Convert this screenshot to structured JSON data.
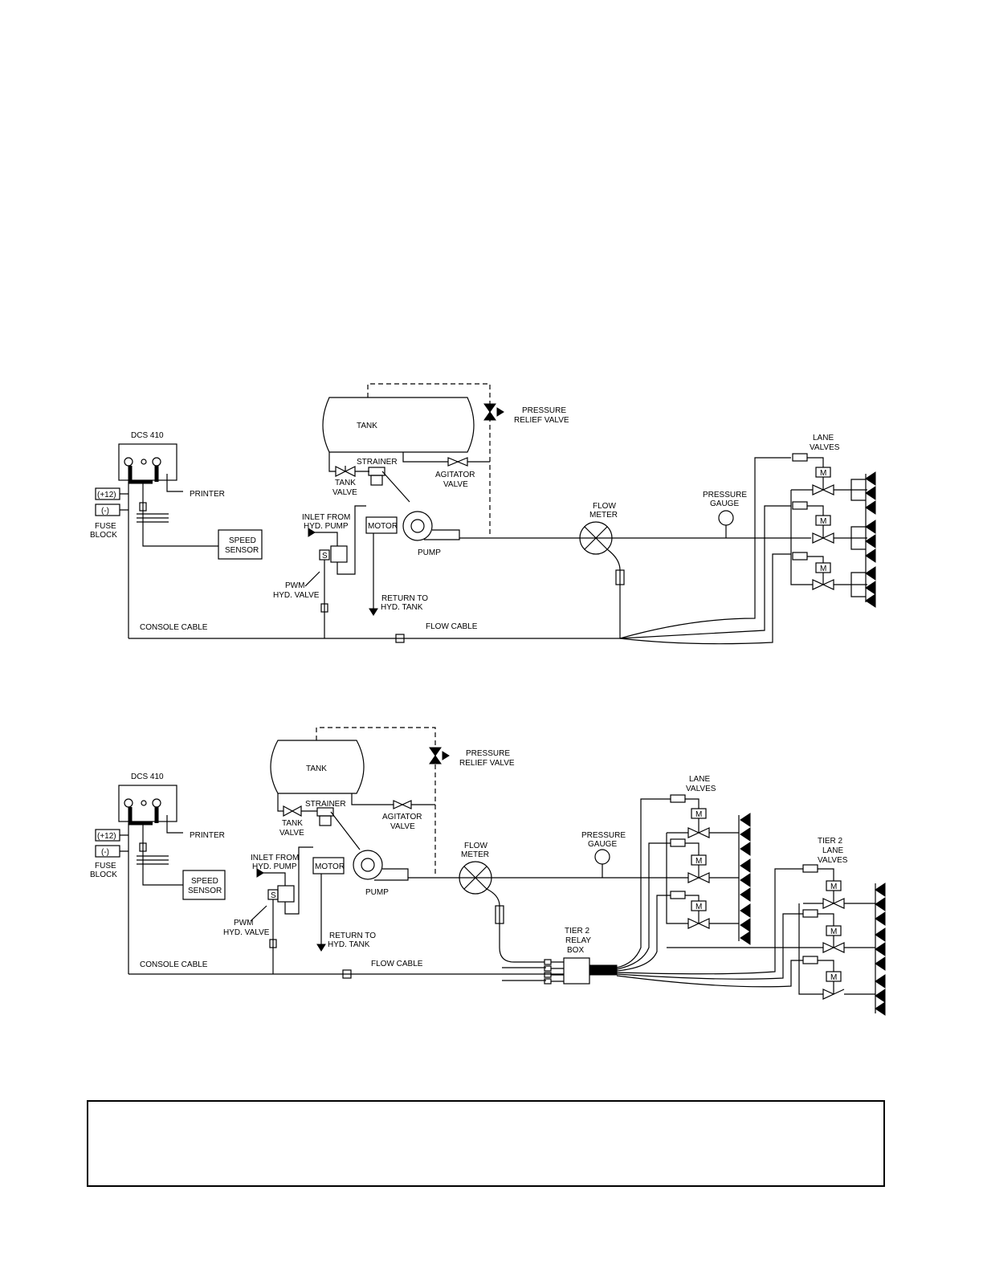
{
  "diagram_a": {
    "console": "DCS 410",
    "printer": "PRINTER",
    "fuse_plus": "(+12)",
    "fuse_minus": "(-)",
    "fuse_block_1": "FUSE",
    "fuse_block_2": "BLOCK",
    "speed_1": "SPEED",
    "speed_2": "SENSOR",
    "tank": "TANK",
    "strainer": "STRAINER",
    "tank_valve_1": "TANK",
    "tank_valve_2": "VALVE",
    "agitator_1": "AGITATOR",
    "agitator_2": "VALVE",
    "relief_1": "PRESSURE",
    "relief_2": "RELIEF VALVE",
    "inlet_1": "INLET FROM",
    "inlet_2": "HYD. PUMP",
    "motor": "MOTOR",
    "pump": "PUMP",
    "s": "S",
    "pwm_1": "PWM",
    "pwm_2": "HYD. VALVE",
    "return_1": "RETURN TO",
    "return_2": "HYD. TANK",
    "flow_meter_1": "FLOW",
    "flow_meter_2": "METER",
    "gauge_1": "PRESSURE",
    "gauge_2": "GAUGE",
    "lane_1": "LANE",
    "lane_2": "VALVES",
    "m": "M",
    "console_cable": "CONSOLE CABLE",
    "flow_cable": "FLOW CABLE"
  },
  "diagram_b": {
    "console": "DCS 410",
    "printer": "PRINTER",
    "fuse_plus": "(+12)",
    "fuse_minus": "(-)",
    "fuse_block_1": "FUSE",
    "fuse_block_2": "BLOCK",
    "speed_1": "SPEED",
    "speed_2": "SENSOR",
    "tank": "TANK",
    "strainer": "STRAINER",
    "tank_valve_1": "TANK",
    "tank_valve_2": "VALVE",
    "agitator_1": "AGITATOR",
    "agitator_2": "VALVE",
    "relief_1": "PRESSURE",
    "relief_2": "RELIEF VALVE",
    "inlet_1": "INLET FROM",
    "inlet_2": "HYD. PUMP",
    "motor": "MOTOR",
    "pump": "PUMP",
    "s": "S",
    "pwm_1": "PWM",
    "pwm_2": "HYD. VALVE",
    "return_1": "RETURN TO",
    "return_2": "HYD. TANK",
    "flow_meter_1": "FLOW",
    "flow_meter_2": "METER",
    "gauge_1": "PRESSURE",
    "gauge_2": "GAUGE",
    "lane_1": "LANE",
    "lane_2": "VALVES",
    "tier2_lane_1": "TIER 2",
    "tier2_lane_2": "LANE",
    "tier2_lane_3": "VALVES",
    "relay_1": "TIER 2",
    "relay_2": "RELAY",
    "relay_3": "BOX",
    "m": "M",
    "console_cable": "CONSOLE CABLE",
    "flow_cable": "FLOW CABLE"
  }
}
